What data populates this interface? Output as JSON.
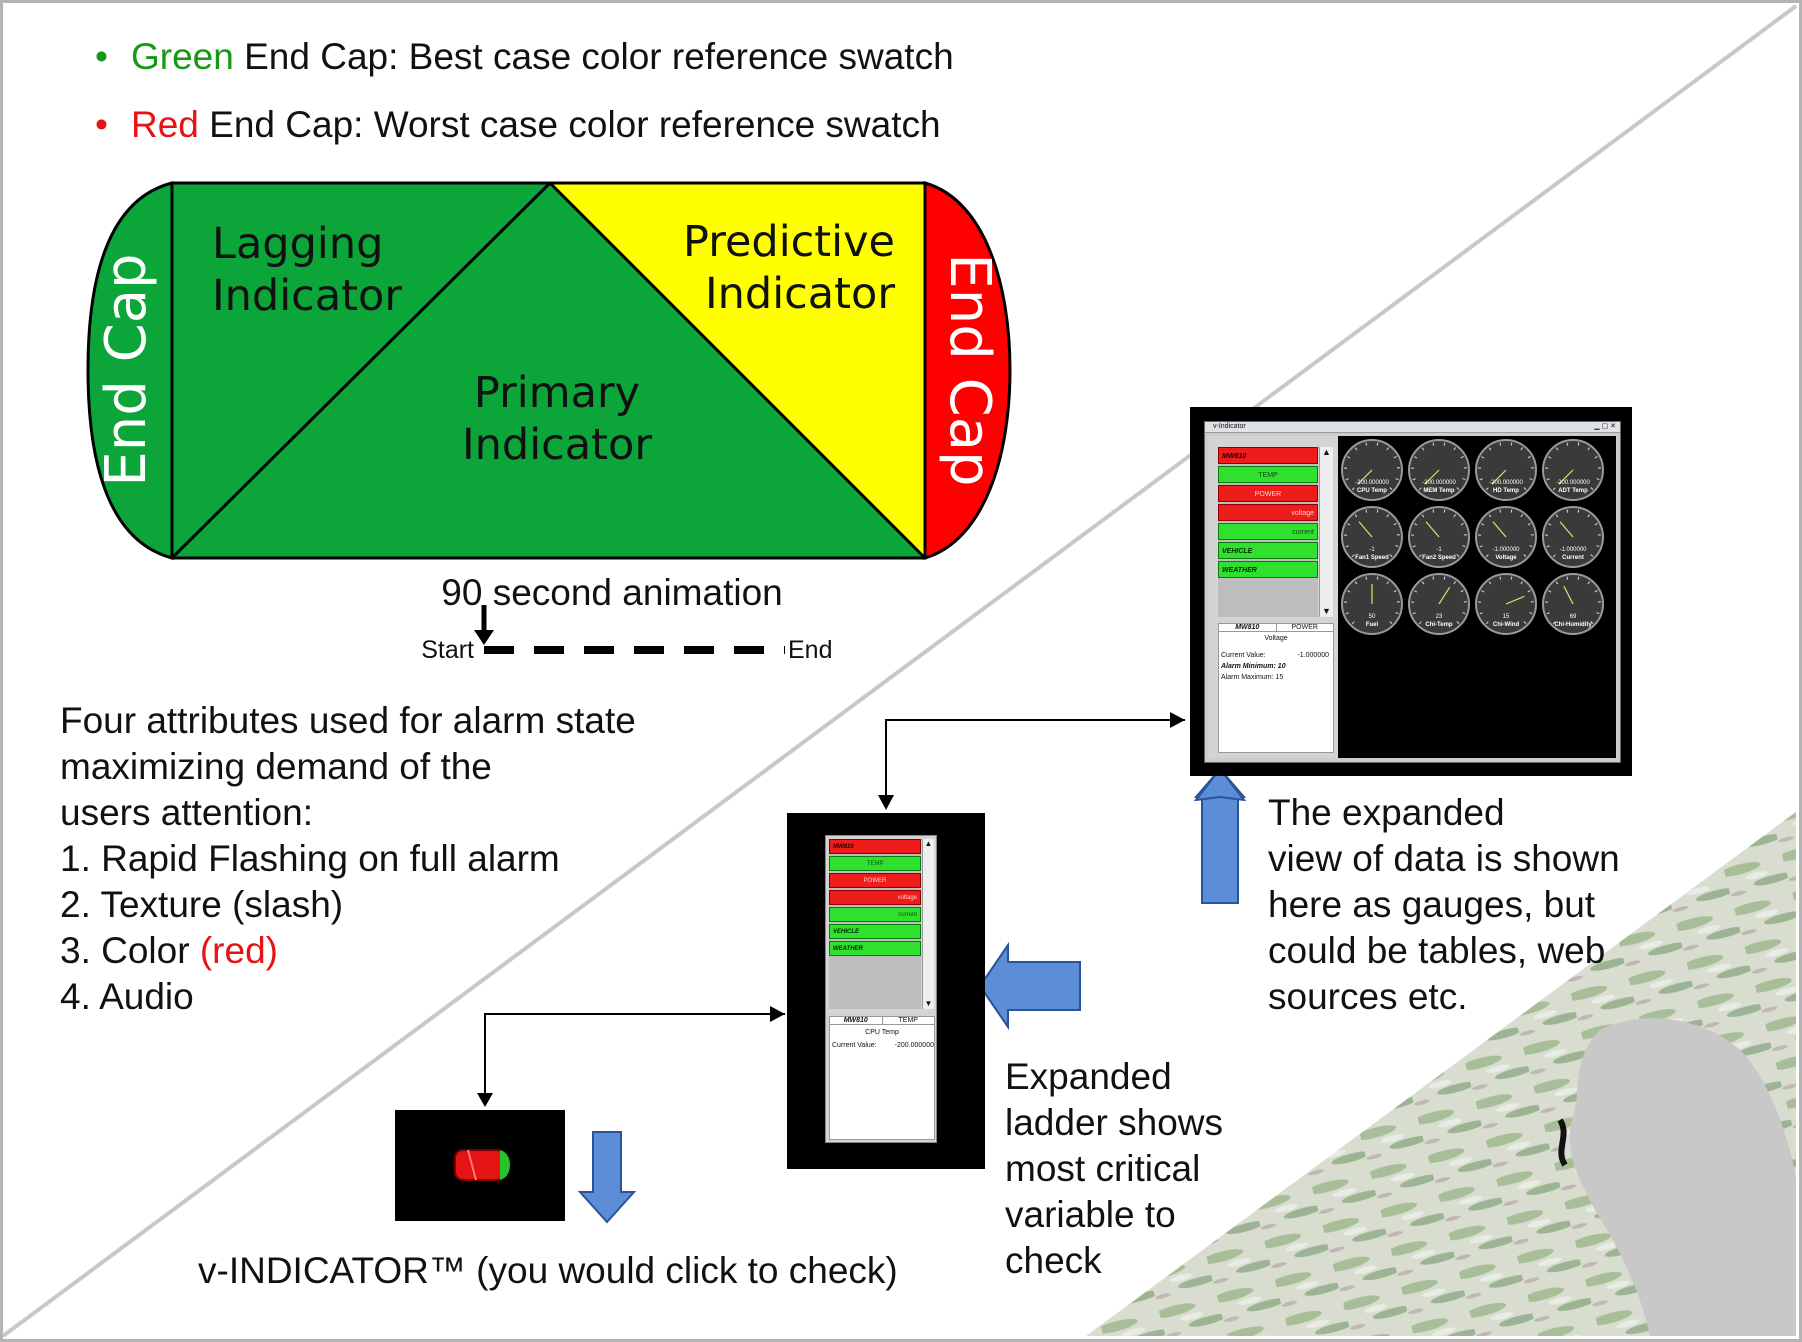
{
  "bullets": [
    {
      "color_word": "Green",
      "color": "#149a14",
      "rest": " End Cap: Best case color reference swatch"
    },
    {
      "color_word": "Red",
      "color": "#e81212",
      "rest": " End Cap: Worst case color reference swatch"
    }
  ],
  "capsule": {
    "left_cap": "End Cap",
    "right_cap": "End Cap",
    "lagging": [
      "Lagging",
      "Indicator"
    ],
    "predictive": [
      "Predictive",
      "Indicator"
    ],
    "primary": [
      "Primary",
      "Indicator"
    ],
    "colors": {
      "green": "#0ca53a",
      "yellow": "#ffff00",
      "red": "#ff0000"
    }
  },
  "animation": {
    "label": "90 second animation",
    "start": "Start",
    "end": "End"
  },
  "attributes": {
    "intro": [
      "Four attributes used for alarm state",
      "maximizing demand of the",
      "users attention:"
    ],
    "items": [
      "1. Rapid Flashing on full alarm",
      "2. Texture (slash)",
      "3. Color ",
      "4. Audio"
    ],
    "color_red": "(red)"
  },
  "vindicator_caption": "v-INDICATOR™ (you would click to check)",
  "expanded_ladder_caption": [
    "Expanded",
    "ladder shows",
    "most critical",
    "variable to",
    "check"
  ],
  "expanded_view_caption": [
    "The expanded",
    "view of data is shown",
    "here as gauges, but",
    "could be tables, web",
    "sources etc."
  ],
  "window": {
    "title": "v-Indicator",
    "ladder": [
      {
        "label": "MW810",
        "state": "red",
        "align": "left",
        "bold": true
      },
      {
        "label": "TEMP",
        "state": "green",
        "align": "center",
        "bold": false
      },
      {
        "label": "POWER",
        "state": "red",
        "align": "center",
        "bold": false
      },
      {
        "label": "voltage",
        "state": "red",
        "align": "right",
        "bold": false
      },
      {
        "label": "current",
        "state": "green",
        "align": "right",
        "bold": false
      },
      {
        "label": "VEHICLE",
        "state": "green",
        "align": "left",
        "bold": true
      },
      {
        "label": "WEATHER",
        "state": "green",
        "align": "left",
        "bold": true
      }
    ],
    "detail": {
      "tab1": "MW810",
      "tab2": "POWER",
      "name": "Voltage",
      "rows": [
        {
          "k": "Current Value:",
          "v": "-1.000000"
        },
        {
          "k": "Alarm Minimum:",
          "v": "10"
        },
        {
          "k": "Alarm Maximum:",
          "v": "15"
        }
      ]
    },
    "gauges": [
      {
        "value": "-200.000000",
        "name": "CPU Temp",
        "level": 0.0
      },
      {
        "value": "-200.000000",
        "name": "MEM Temp",
        "level": 0.0
      },
      {
        "value": "-200.000000",
        "name": "HD Temp",
        "level": 0.0
      },
      {
        "value": "-200.000000",
        "name": "ADT Temp",
        "level": 0.0
      },
      {
        "value": "-1",
        "name": "Fan1 Speed",
        "level": 0.35
      },
      {
        "value": "-1",
        "name": "Fan2 Speed",
        "level": 0.35
      },
      {
        "value": "-1.000000",
        "name": "Voltage",
        "level": 0.35
      },
      {
        "value": "-1.000000",
        "name": "Current",
        "level": 0.35
      },
      {
        "value": "50",
        "name": "Fuel",
        "level": 0.5
      },
      {
        "value": "23",
        "name": "Chi-Temp",
        "level": 0.62
      },
      {
        "value": "15",
        "name": "Chi-Wind",
        "level": 0.75
      },
      {
        "value": "69",
        "name": "Chi-Humidity",
        "level": 0.4
      }
    ]
  },
  "small_ladder": {
    "rows": [
      {
        "label": "MW810",
        "state": "red",
        "align": "left",
        "bold": true
      },
      {
        "label": "TEMP",
        "state": "green",
        "align": "center",
        "bold": false
      },
      {
        "label": "POWER",
        "state": "red",
        "align": "center",
        "bold": false
      },
      {
        "label": "voltage",
        "state": "red",
        "align": "right",
        "bold": false
      },
      {
        "label": "current",
        "state": "green",
        "align": "right",
        "bold": false
      },
      {
        "label": "VEHICLE",
        "state": "green",
        "align": "left",
        "bold": true
      },
      {
        "label": "WEATHER",
        "state": "green",
        "align": "left",
        "bold": true
      }
    ],
    "detail": {
      "tab1": "MW810",
      "tab2": "TEMP",
      "name": "CPU Temp",
      "rows": [
        {
          "k": "Current Value:",
          "v": "-200.000000"
        }
      ]
    }
  }
}
